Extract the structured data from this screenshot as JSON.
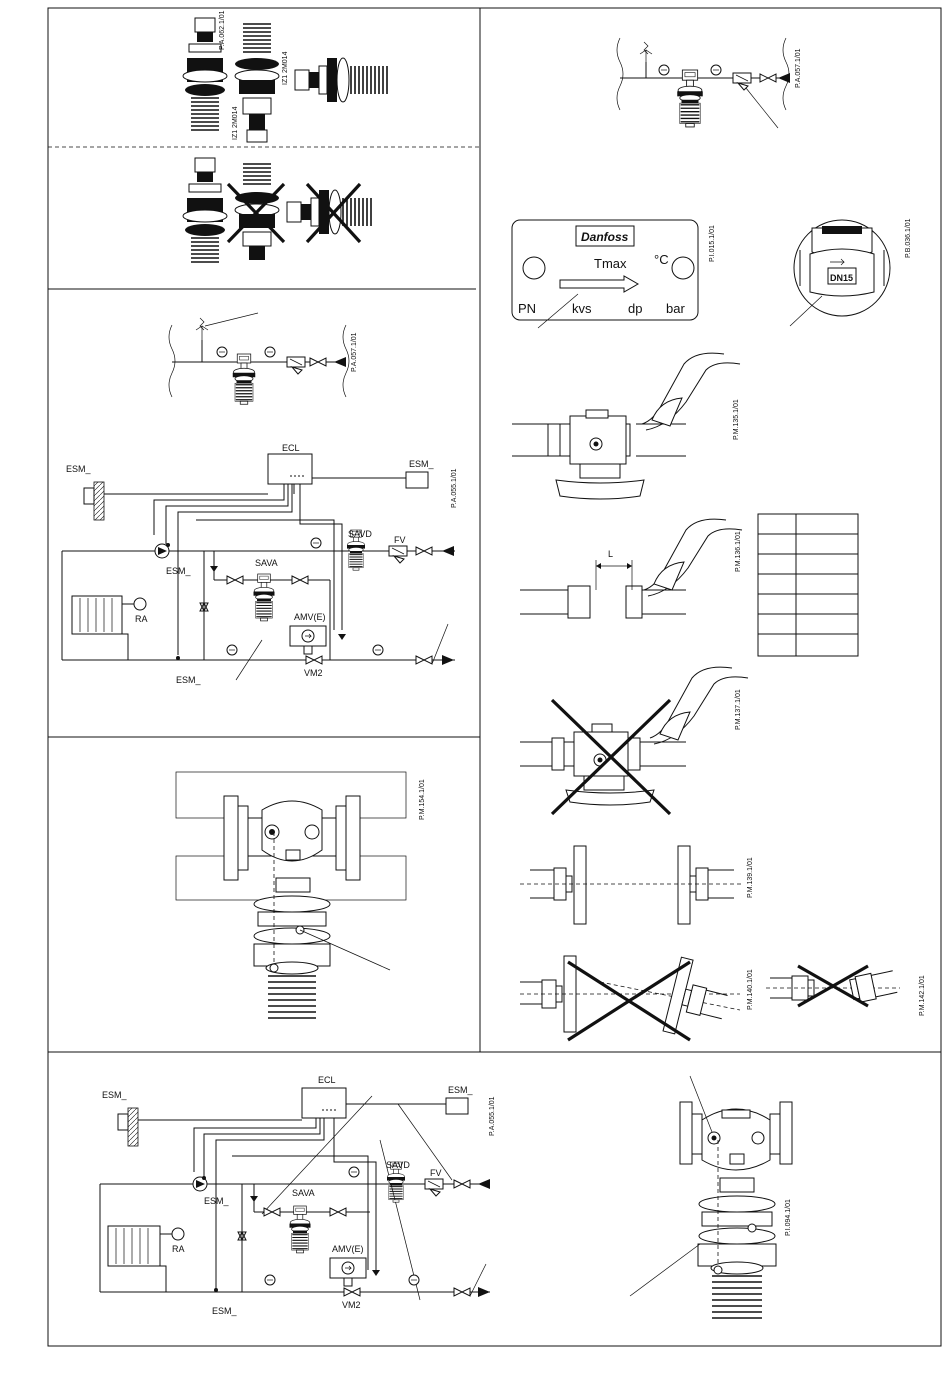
{
  "references": {
    "top_install": "P.A.057.1/01",
    "nameplate": "P.I.015.1/01",
    "dn_marking": "P.B.036.1/01",
    "insulation_valve": "P.M.154.1/01",
    "scheme_1": "P.A.055.1/01",
    "scheme_2": "P.A.055.1/01",
    "mount_left": "P.A.057.1/01",
    "weld_ok": "P.M.135.1/01",
    "weld_distance": "P.M.136.1/01",
    "weld_wrong": "P.M.137.1/01",
    "flange_aligned": "P.M.139.1/01",
    "flange_misaligned": "P.M.140.1/01",
    "thread_misaligned": "P.M.142.1/01",
    "valve_bottom_right": "P.I.094.1/01"
  },
  "nameplate": {
    "brand": "Danfoss",
    "tmax": "Tmax",
    "unit_c": "°C",
    "pn": "PN",
    "kvs": "kvs",
    "dp": "dp",
    "bar": "bar"
  },
  "dn_label": "DN15",
  "distance_label": "L",
  "scheme": {
    "ecl": "ECL",
    "esm_room": "ESM_",
    "esm_outdoor": "ESM_",
    "esm_supply": "ESM_",
    "esm_return": "ESM_",
    "savd": "SAVD",
    "fv": "FV",
    "sava": "SAVA",
    "amv": "AMV(E)",
    "vm2": "VM2",
    "ra": "RA"
  },
  "small_codes": {
    "a": "P.A.062.1/01",
    "b": "IZ1 2M014",
    "c": "IZ1 2M014"
  }
}
